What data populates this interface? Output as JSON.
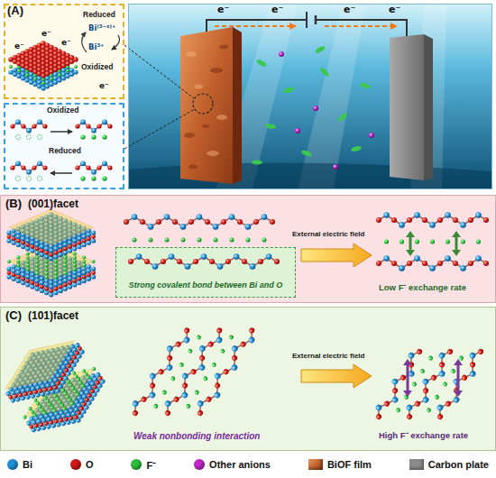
{
  "diagram": {
    "nodes": [
      {
        "text": [
          "(A)"
        ]
      },
      {
        "text": [
          "e⁻",
          "e⁻",
          "e⁻",
          "e⁻",
          "Reduced",
          "Bi⁽³⁻ˣ⁾⁺",
          "Bi³⁺",
          "Oxidized"
        ],
        "in": 0
      },
      {
        "text": [
          "Oxidized",
          "Reduced"
        ],
        "in": 0
      },
      {
        "text": [
          "e⁻",
          "e⁻",
          "e⁻",
          "e⁻"
        ],
        "in": 0
      },
      {
        "text": [
          "(B)",
          "(001)facet"
        ]
      },
      {
        "text": [
          "Strong covalent bond between Bi and O"
        ],
        "in": 4
      },
      {
        "text": [
          "(C)",
          "(101)facet"
        ]
      }
    ],
    "labels": [
      "External electric field",
      "Low F⁻ exchange rate",
      "Weak nonbonding interaction",
      "External electric field",
      "High F⁻ exchange rate"
    ],
    "legend": [
      {
        "text": "Bi",
        "color": "#1e90d8"
      },
      {
        "text": "O",
        "color": "#d01a1a"
      },
      {
        "text": "F⁻",
        "color": "#2bbf3a"
      },
      {
        "text": "Other anions",
        "color": "#c026c8"
      },
      {
        "text": "BiOF film"
      },
      {
        "text": "Carbon plate",
        "color": "#8a8a8a"
      }
    ]
  }
}
